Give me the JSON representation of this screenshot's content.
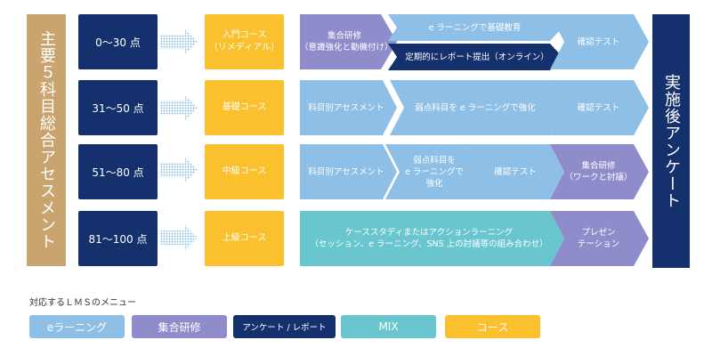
{
  "left_label": "主要５科目総合アセスメント",
  "right_label": "実施後アンケート",
  "rows": [
    {
      "score": "0〜30 点",
      "course": "入門コース\n（リメディアル）"
    },
    {
      "score": "31〜50 点",
      "course": "基礎コース"
    },
    {
      "score": "51〜80 点",
      "course": "中級コース"
    },
    {
      "score": "81〜100 点",
      "course": "上級コース"
    }
  ],
  "flows": {
    "r1_a": "集合研修\n（意識強化と動機付け）",
    "r1_b_top": "e ラーニングで基礎教育",
    "r1_b_bottom": "定期的にレポート提出（オンライン）",
    "r1_c": "確認テスト",
    "r2_a": "科目別アセスメント",
    "r2_b": "弱点科目を e ラーニングで強化",
    "r2_c": "確認テスト",
    "r3_a": "科目別アセスメント",
    "r3_b": "弱点科目を\ne ラーニングで\n強化",
    "r3_c": "確認テスト",
    "r3_d": "集合研修\n（ワークと討議）",
    "r4_a": "ケーススタディまたはアクションラーニング\n（セッション、e ラーニング、SNS 上の討議等の組み合わせ）",
    "r4_b": "プレゼン\nテーション"
  },
  "legend": {
    "title": "対応するＬＭＳのメニュー",
    "items": [
      {
        "label": "eラーニング",
        "color": "#8ebfe6"
      },
      {
        "label": "集合研修",
        "color": "#8f8ccc"
      },
      {
        "label": "アンケート / レポート",
        "color": "#14316e"
      },
      {
        "label": "MIX",
        "color": "#69c6ce"
      },
      {
        "label": "コース",
        "color": "#fbc02d"
      }
    ]
  },
  "colors": {
    "elearning": "#8ebfe6",
    "training": "#8f8ccc",
    "report": "#14316e",
    "mix": "#69c6ce",
    "course": "#fbc02d",
    "assessment": "#c9a46f"
  }
}
